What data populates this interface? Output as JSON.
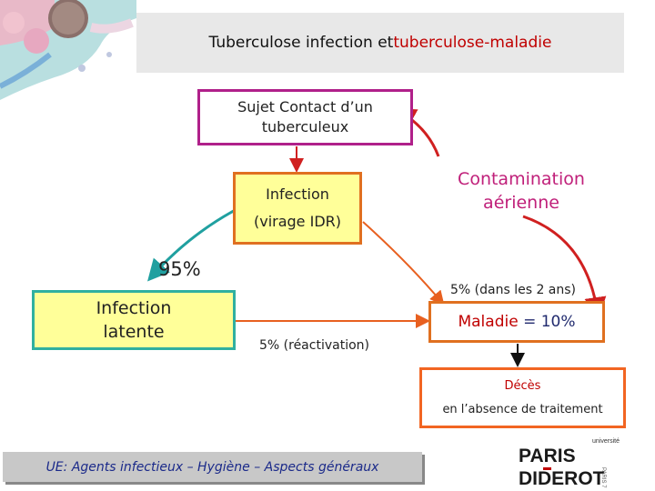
{
  "title": {
    "main": "Tuberculose infection et ",
    "highlight": "tuberculose-maladie"
  },
  "nodes": {
    "contact": {
      "line1": "Sujet Contact d’un",
      "line2": "tuberculeux"
    },
    "infection": {
      "line1": "Infection",
      "line2": "(virage IDR)"
    },
    "latente": {
      "line1": "Infection",
      "line2": "latente"
    },
    "maladie": {
      "word": "Maladie",
      "rest": " = 10%"
    },
    "deces": {
      "line1": "Décès",
      "line2": "en l’absence de traitement"
    }
  },
  "labels": {
    "contamination_line1": "Contamination",
    "contamination_line2": "aérienne",
    "pct_95": "95%",
    "pct_5_2ans": "5% (dans les 2 ans)",
    "pct_5_react": "5% (réactivation)"
  },
  "footer": "UE: Agents infectieux – Hygiène – Aspects généraux",
  "logo": {
    "small": "université",
    "line1": "PARIS",
    "line2": "DIDEROT",
    "side": "PARIS 7"
  },
  "colors": {
    "magenta": "#b0208a",
    "orange": "#e07020",
    "teal": "#30b0a0",
    "red": "#c00000",
    "yellow": "#ffff99",
    "navy": "#202a6e"
  }
}
